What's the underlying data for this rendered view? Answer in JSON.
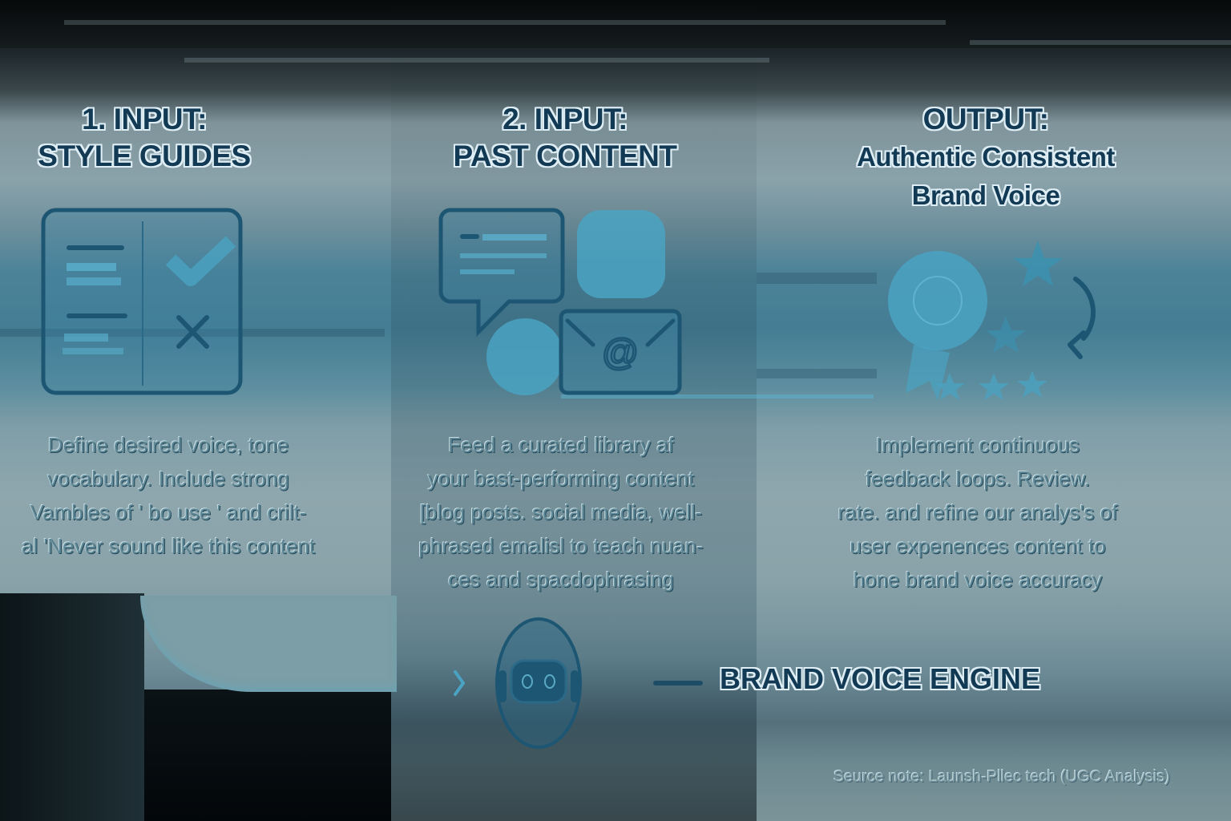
{
  "columns": [
    {
      "heading_line1": "1. INPUT:",
      "heading_line2": "STYLE GUIDES",
      "icon": "style-guide-checklist-icon",
      "description_lines": [
        "Define desired voice, tone",
        "vocabulary. Include strong",
        "Vambles of ' bo use ' and crilt-",
        "al 'Never sound like this content"
      ]
    },
    {
      "heading_line1": "2. INPUT:",
      "heading_line2": "PAST CONTENT",
      "icon": "chat-and-email-icon",
      "description_lines": [
        "Feed a curated library af",
        "your bast-performing content",
        "[blog posts. social media, well-",
        "phrased emalisl to teach nuan-",
        "ces and spacdophrasing"
      ]
    },
    {
      "heading_line1": "OUTPUT:",
      "heading_line2": "Authentic Consistent",
      "heading_line3": "Brand Voice",
      "icon": "award-ribbon-stars-refresh-icon",
      "description_lines": [
        "Implement continuous",
        "feedback loops. Review.",
        "rate. and refine our analys's of",
        "user expenences content to",
        "hone brand voice accuracy"
      ]
    }
  ],
  "engine": {
    "title": "BRAND VOICE ENGINE",
    "icon": "robot-headset-icon"
  },
  "source_note": "Seurce note: Launsh-Pllec tech (UGC Analysis)",
  "colors": {
    "heading_text": "#123a54",
    "heading_outline": "#dfeef4",
    "icon_stroke": "#1d5673",
    "icon_fill": "#4aa3c2",
    "body_text": "#5f8896"
  }
}
